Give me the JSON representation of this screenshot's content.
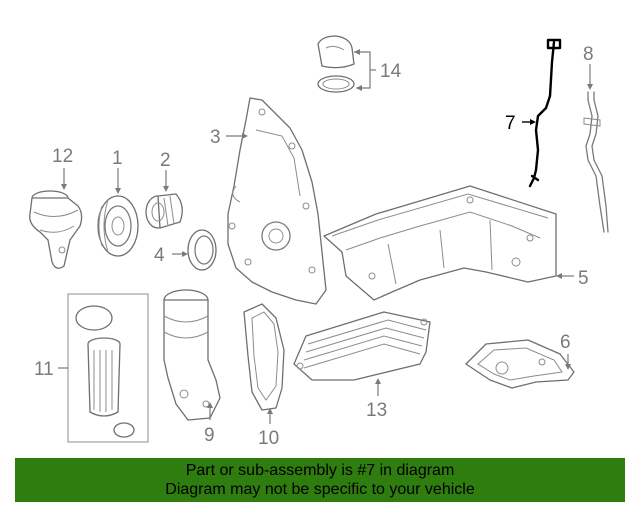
{
  "callouts": {
    "c1": "1",
    "c2": "2",
    "c3": "3",
    "c4": "4",
    "c5": "5",
    "c6": "6",
    "c7": "7",
    "c8": "8",
    "c9": "9",
    "c10": "10",
    "c11": "11",
    "c12": "12",
    "c13": "13",
    "c14": "14"
  },
  "banner": {
    "line1": "Part or sub-assembly is #7 in diagram",
    "line2": "Diagram may not be specific to your vehicle",
    "background": "#2e7d0e"
  },
  "highlight_color": "#000000",
  "highlighted_part": "7"
}
